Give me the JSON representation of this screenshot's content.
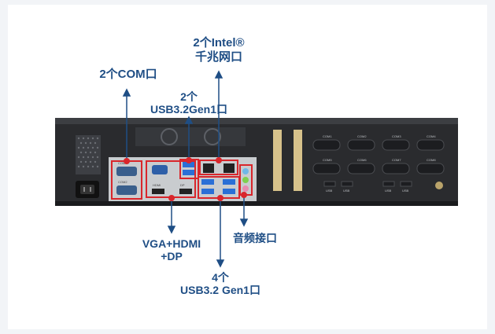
{
  "labels": {
    "com": "2个COM口",
    "usb_top": "2个\nUSB3.2Gen1口",
    "intel_line1": "2个Intel®",
    "intel_line2": "千兆网口",
    "vga": "VGA+HDMI\n+DP",
    "audio": "音频接口",
    "usb_bottom": "4个\nUSB3.2 Gen1口"
  },
  "port_legends": {
    "com_slots": [
      "COM1",
      "COM2",
      "COM3",
      "COM4",
      "COM5",
      "COM6",
      "COM7",
      "COM8"
    ],
    "usb_slots": [
      "USB",
      "USB",
      "USB",
      "USB"
    ],
    "io_left": [
      "COM1",
      "COM2"
    ],
    "hdmi": "HDMI",
    "dp": "DP"
  },
  "colors": {
    "accent_blue": "#1f4e85",
    "callout_red": "#d9262b",
    "chassis": "#2a2b2e",
    "usb_blue": "#2a6fd6"
  }
}
